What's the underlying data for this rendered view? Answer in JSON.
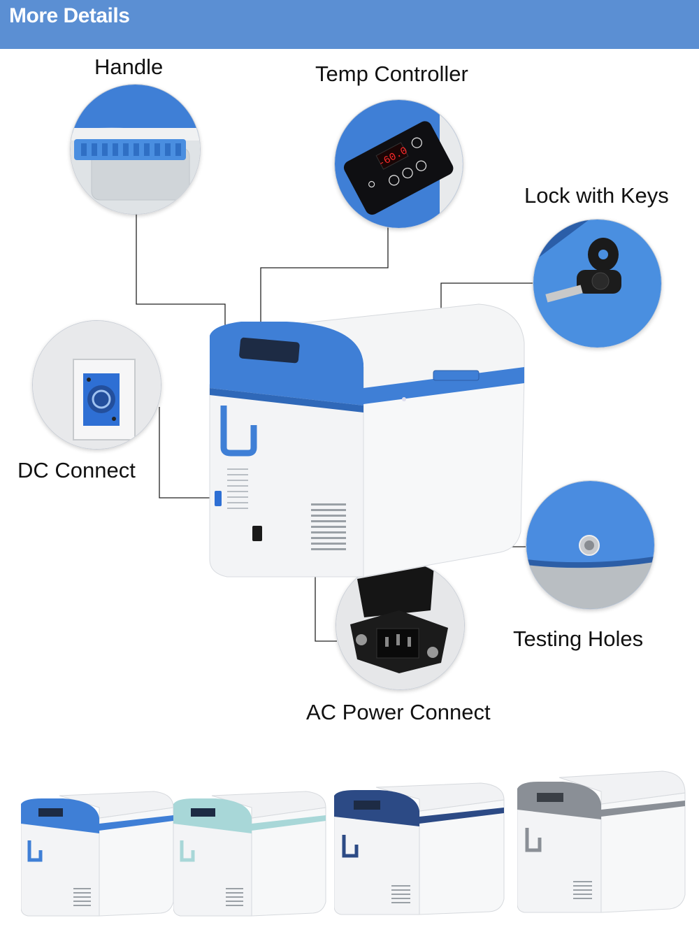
{
  "header": {
    "title": "More Details"
  },
  "callouts": {
    "handle": "Handle",
    "temp_controller": "Temp Controller",
    "lock": "Lock with Keys",
    "dc_connect": "DC Connect",
    "testing_holes": "Testing Holes",
    "ac_power": "AC Power Connect"
  },
  "display": {
    "reading": "-60.0"
  },
  "colors": {
    "header": "#5b8fd3",
    "lid_blue": "#3f7fd6",
    "variant_colors": [
      "#3f7fd6",
      "#a8d7d8",
      "#2c4a85",
      "#8a8f96"
    ]
  },
  "icons": [
    "handle-icon",
    "control-panel-icon",
    "key-icon",
    "dc-socket-icon",
    "testing-hole-icon",
    "ac-socket-icon"
  ]
}
